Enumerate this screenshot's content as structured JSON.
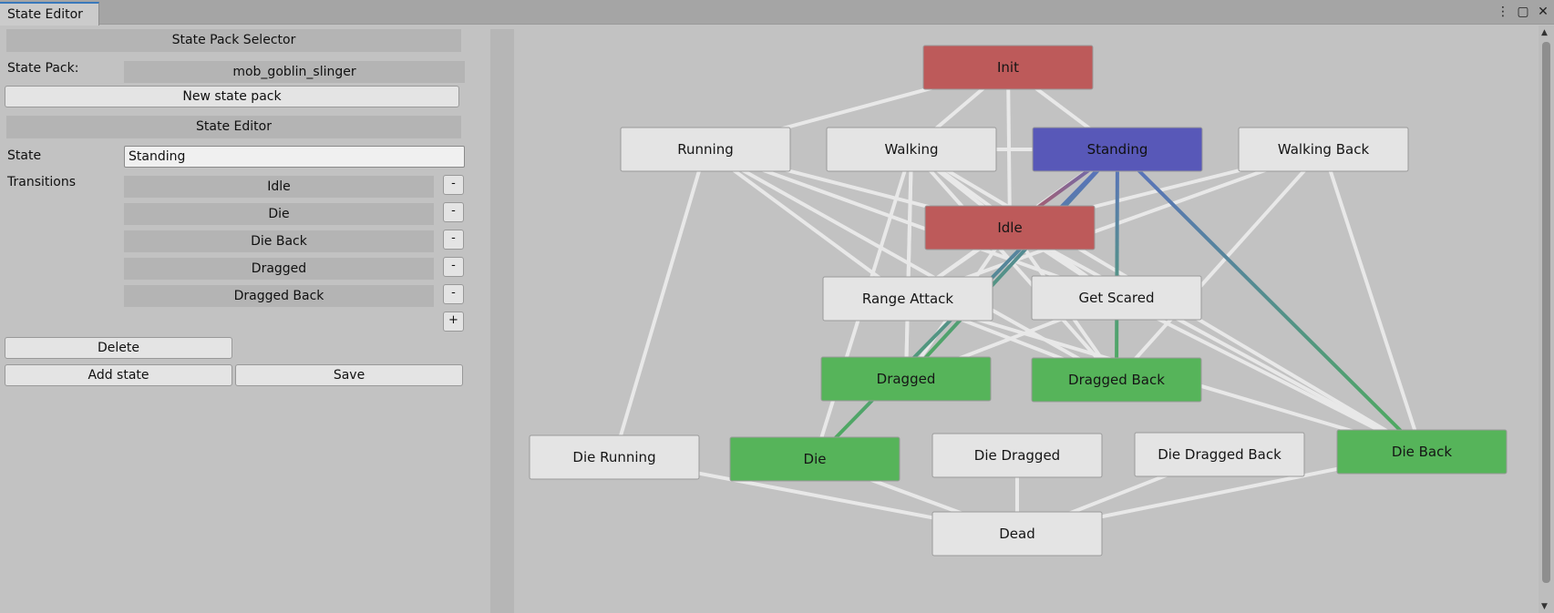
{
  "tab": {
    "title": "State Editor"
  },
  "left": {
    "pack_selector_header": "State Pack Selector",
    "state_pack_label": "State Pack:",
    "state_pack_value": "mob_goblin_slinger",
    "new_pack_button": "New state pack",
    "state_editor_header": "State Editor",
    "state_label": "State",
    "state_value": "Standing",
    "transitions_label": "Transitions",
    "transitions": [
      "Idle",
      "Die",
      "Die Back",
      "Dragged",
      "Dragged Back"
    ],
    "minus_label": "-",
    "plus_label": "+",
    "delete_button": "Delete",
    "add_state_button": "Add state",
    "save_button": "Save"
  },
  "graph": {
    "colors": {
      "default": "#e4e4e4",
      "red": "#bd5a5a",
      "blue": "#5858b8",
      "green": "#56b45a",
      "edge": "#e8e8e8",
      "edge_blue": "#5a6fc0",
      "edge_green": "#4eae5a"
    },
    "nodes": [
      {
        "id": "init",
        "label": "Init",
        "color": "red"
      },
      {
        "id": "running",
        "label": "Running",
        "color": "default"
      },
      {
        "id": "walking",
        "label": "Walking",
        "color": "default"
      },
      {
        "id": "standing",
        "label": "Standing",
        "color": "blue"
      },
      {
        "id": "walking_back",
        "label": "Walking Back",
        "color": "default"
      },
      {
        "id": "idle",
        "label": "Idle",
        "color": "red"
      },
      {
        "id": "range_attack",
        "label": "Range Attack",
        "color": "default"
      },
      {
        "id": "get_scared",
        "label": "Get Scared",
        "color": "default"
      },
      {
        "id": "dragged",
        "label": "Dragged",
        "color": "green"
      },
      {
        "id": "dragged_back",
        "label": "Dragged Back",
        "color": "green"
      },
      {
        "id": "die_running",
        "label": "Die Running",
        "color": "default"
      },
      {
        "id": "die",
        "label": "Die",
        "color": "green"
      },
      {
        "id": "die_dragged",
        "label": "Die Dragged",
        "color": "default"
      },
      {
        "id": "die_dragged_back",
        "label": "Die Dragged Back",
        "color": "default"
      },
      {
        "id": "die_back",
        "label": "Die Back",
        "color": "green"
      },
      {
        "id": "dead",
        "label": "Dead",
        "color": "default"
      }
    ],
    "edges": [
      [
        "init",
        "running"
      ],
      [
        "init",
        "walking"
      ],
      [
        "init",
        "standing"
      ],
      [
        "init",
        "idle"
      ],
      [
        "running",
        "idle"
      ],
      [
        "running",
        "range_attack"
      ],
      [
        "running",
        "get_scared"
      ],
      [
        "running",
        "dragged_back"
      ],
      [
        "running",
        "die_running"
      ],
      [
        "walking",
        "idle"
      ],
      [
        "walking",
        "range_attack"
      ],
      [
        "walking",
        "get_scared"
      ],
      [
        "walking",
        "dragged"
      ],
      [
        "walking",
        "dragged_back"
      ],
      [
        "walking",
        "die_back"
      ],
      [
        "walking",
        "die"
      ],
      [
        "walking_back",
        "idle"
      ],
      [
        "walking_back",
        "range_attack"
      ],
      [
        "walking_back",
        "die_back"
      ],
      [
        "walking_back",
        "dragged_back"
      ],
      [
        "idle",
        "range_attack"
      ],
      [
        "idle",
        "get_scared"
      ],
      [
        "idle",
        "dragged"
      ],
      [
        "idle",
        "dragged_back"
      ],
      [
        "idle",
        "die_back"
      ],
      [
        "range_attack",
        "dragged"
      ],
      [
        "range_attack",
        "dragged_back"
      ],
      [
        "range_attack",
        "die_back"
      ],
      [
        "get_scared",
        "dragged"
      ],
      [
        "get_scared",
        "die_back"
      ],
      [
        "die_running",
        "dead"
      ],
      [
        "die",
        "dead"
      ],
      [
        "die_dragged",
        "dead"
      ],
      [
        "die_dragged_back",
        "dead"
      ],
      [
        "die_back",
        "dead"
      ],
      [
        "standing",
        "walking"
      ],
      [
        "standing",
        "range_attack"
      ],
      [
        "standing",
        "idle",
        "blue"
      ],
      [
        "standing",
        "dragged",
        "blue"
      ],
      [
        "standing",
        "dragged_back",
        "blue"
      ],
      [
        "standing",
        "die_back",
        "blue"
      ],
      [
        "standing",
        "die",
        "blue"
      ]
    ]
  }
}
